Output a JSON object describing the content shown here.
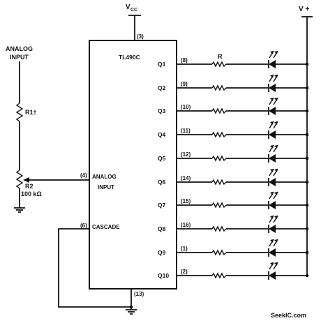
{
  "vcc": {
    "label": "V",
    "sub": "CC",
    "pin": "(3)"
  },
  "vplus": "V +",
  "analog_input": {
    "line1": "ANALOG",
    "line2": "INPUT"
  },
  "r1": "R1†",
  "r2": {
    "name": "R2",
    "value": "100 kΩ"
  },
  "chip": {
    "name": "TL490C"
  },
  "analog_in_pin": {
    "pin": "(4)",
    "label1": "ANALOG",
    "label2": "INPUT"
  },
  "cascade_pin": {
    "pin": "(6)",
    "label": "CASCADE"
  },
  "gnd_pin": "(13)",
  "resistor_label": "R",
  "outputs": [
    {
      "q": "Q1",
      "pin": "(8)"
    },
    {
      "q": "Q2",
      "pin": "(9)"
    },
    {
      "q": "Q3",
      "pin": "(10)"
    },
    {
      "q": "Q4",
      "pin": "(11)"
    },
    {
      "q": "Q5",
      "pin": "(12)"
    },
    {
      "q": "Q6",
      "pin": "(14)"
    },
    {
      "q": "Q7",
      "pin": "(15)"
    },
    {
      "q": "Q8",
      "pin": "(16)"
    },
    {
      "q": "Q9",
      "pin": "(1)"
    },
    {
      "q": "Q10",
      "pin": "(2)"
    }
  ],
  "watermark": "SeekIC.com"
}
